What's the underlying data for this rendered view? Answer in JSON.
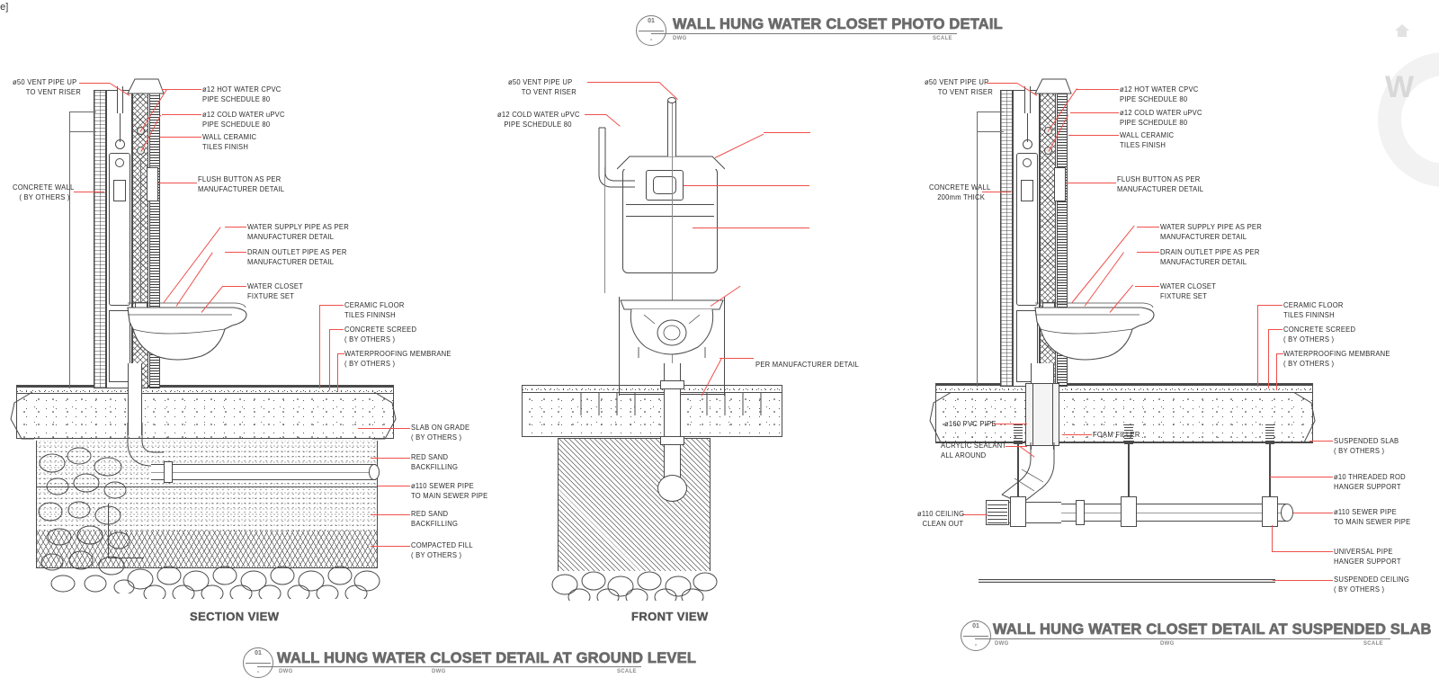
{
  "sheet": {
    "corner_fragment": "ne]",
    "watermark_letter": "W",
    "watermark_icon": "home-icon"
  },
  "colors": {
    "leader_red": "#f0504a",
    "line_gray": "#4a4a4a",
    "title_gray": "#6b6b6b",
    "text_gray": "#2b2b2b"
  },
  "titles": {
    "photo_detail": {
      "text": "WALL HUNG WATER CLOSET PHOTO DETAIL",
      "bubble_num": "01",
      "bubble_den": "-",
      "dwg": "DWG",
      "scale": "SCALE"
    },
    "ground_level": {
      "text": "WALL HUNG WATER CLOSET DETAIL AT GROUND LEVEL",
      "bubble_num": "01",
      "bubble_den": "-",
      "dwg_left": "DWG",
      "dwg_mid": "DWG",
      "scale": "SCALE"
    },
    "suspended_slab": {
      "text": "WALL HUNG WATER CLOSET DETAIL AT SUSPENDED SLAB",
      "bubble_num": "01",
      "bubble_den": "-",
      "dwg_left": "DWG",
      "dwg_mid": "DWG",
      "scale": "SCALE"
    }
  },
  "view_names": {
    "section": "SECTION VIEW",
    "front": "FRONT VIEW"
  },
  "section_view": {
    "labels": [
      {
        "id": "vent-pipe",
        "line1": "ø50 VENT PIPE UP",
        "line2": "TO VENT RISER"
      },
      {
        "id": "concrete-wall",
        "line1": "CONCRETE WALL",
        "line2": "( BY OTHERS )"
      },
      {
        "id": "hot-water",
        "line1": "ø12 HOT WATER CPVC",
        "line2": "PIPE SCHEDULE 80"
      },
      {
        "id": "cold-water",
        "line1": "ø12 COLD WATER uPVC",
        "line2": "PIPE SCHEDULE 80"
      },
      {
        "id": "wall-tiles",
        "line1": "WALL CERAMIC",
        "line2": "TILES FINISH"
      },
      {
        "id": "flush-button",
        "line1": "FLUSH BUTTON AS PER",
        "line2": "MANUFACTURER DETAIL"
      },
      {
        "id": "water-supply",
        "line1": "WATER SUPPLY PIPE AS PER",
        "line2": "MANUFACTURER DETAIL"
      },
      {
        "id": "drain-outlet",
        "line1": "DRAIN OUTLET PIPE AS PER",
        "line2": "MANUFACTURER DETAIL"
      },
      {
        "id": "wc-fixture",
        "line1": "WATER CLOSET",
        "line2": "FIXTURE SET"
      },
      {
        "id": "ceramic-floor",
        "line1": "CERAMIC FLOOR",
        "line2": "TILES FININSH"
      },
      {
        "id": "concrete-screed",
        "line1": "CONCRETE SCREED",
        "line2": "( BY OTHERS )"
      },
      {
        "id": "waterproofing",
        "line1": "WATERPROOFING MEMBRANE",
        "line2": "( BY OTHERS )"
      },
      {
        "id": "slab-on-grade",
        "line1": "SLAB ON GRADE",
        "line2": "( BY OTHERS )"
      },
      {
        "id": "red-sand-upper",
        "line1": "RED SAND",
        "line2": "BACKFILLING"
      },
      {
        "id": "sewer-pipe",
        "line1": "ø110 SEWER PIPE",
        "line2": "TO MAIN SEWER PIPE"
      },
      {
        "id": "red-sand-lower",
        "line1": "RED SAND",
        "line2": "BACKFILLING"
      },
      {
        "id": "compacted-fill",
        "line1": "COMPACTED FILL",
        "line2": "( BY OTHERS )"
      }
    ]
  },
  "front_view": {
    "labels": [
      {
        "id": "vent-pipe",
        "line1": "ø50 VENT PIPE UP",
        "line2": "TO VENT RISER"
      },
      {
        "id": "cold-water",
        "line1": "ø12 COLD WATER uPVC",
        "line2": "PIPE SCHEDULE 80"
      },
      {
        "id": "per-mfr",
        "line1": "PER MANUFACTURER DETAIL",
        "line2": ""
      }
    ]
  },
  "suspended_view": {
    "labels": [
      {
        "id": "vent-pipe",
        "line1": "ø50 VENT PIPE UP",
        "line2": "TO VENT RISER"
      },
      {
        "id": "concrete-wall",
        "line1": "CONCRETE WALL",
        "line2": "200mm THICK"
      },
      {
        "id": "hot-water",
        "line1": "ø12 HOT WATER CPVC",
        "line2": "PIPE SCHEDULE 80"
      },
      {
        "id": "cold-water",
        "line1": "ø12 COLD WATER uPVC",
        "line2": "PIPE SCHEDULE 80"
      },
      {
        "id": "wall-tiles",
        "line1": "WALL CERAMIC",
        "line2": "TILES FINISH"
      },
      {
        "id": "flush-button",
        "line1": "FLUSH BUTTON AS PER",
        "line2": "MANUFACTURER DETAIL"
      },
      {
        "id": "water-supply",
        "line1": "WATER SUPPLY PIPE AS PER",
        "line2": "MANUFACTURER DETAIL"
      },
      {
        "id": "drain-outlet",
        "line1": "DRAIN OUTLET PIPE AS PER",
        "line2": "MANUFACTURER DETAIL"
      },
      {
        "id": "wc-fixture",
        "line1": "WATER CLOSET",
        "line2": "FIXTURE SET"
      },
      {
        "id": "ceramic-floor",
        "line1": "CERAMIC FLOOR",
        "line2": "TILES FININSH"
      },
      {
        "id": "concrete-screed",
        "line1": "CONCRETE SCREED",
        "line2": "( BY OTHERS )"
      },
      {
        "id": "waterproofing",
        "line1": "WATERPROOFING MEMBRANE",
        "line2": "( BY OTHERS )"
      },
      {
        "id": "pvc-pipe",
        "line1": "ø160 PVC PIPE",
        "line2": ""
      },
      {
        "id": "acrylic-sealant",
        "line1": "ACRYLIC SEALANT",
        "line2": "ALL AROUND"
      },
      {
        "id": "foam-filler",
        "line1": "FOAM FILLER",
        "line2": ""
      },
      {
        "id": "ceiling-cleanout",
        "line1": "ø110 CEILING",
        "line2": "CLEAN OUT"
      },
      {
        "id": "suspended-slab",
        "line1": "SUSPENDED SLAB",
        "line2": "( BY OTHERS )"
      },
      {
        "id": "threaded-rod",
        "line1": "ø10 THREADED ROD",
        "line2": "HANGER SUPPORT"
      },
      {
        "id": "sewer-pipe",
        "line1": "ø110 SEWER PIPE",
        "line2": "TO MAIN SEWER PIPE"
      },
      {
        "id": "universal-hanger",
        "line1": "UNIVERSAL PIPE",
        "line2": "HANGER SUPPORT"
      },
      {
        "id": "suspended-ceiling",
        "line1": "SUSPENDED CEILING",
        "line2": "( BY OTHERS )"
      }
    ]
  }
}
